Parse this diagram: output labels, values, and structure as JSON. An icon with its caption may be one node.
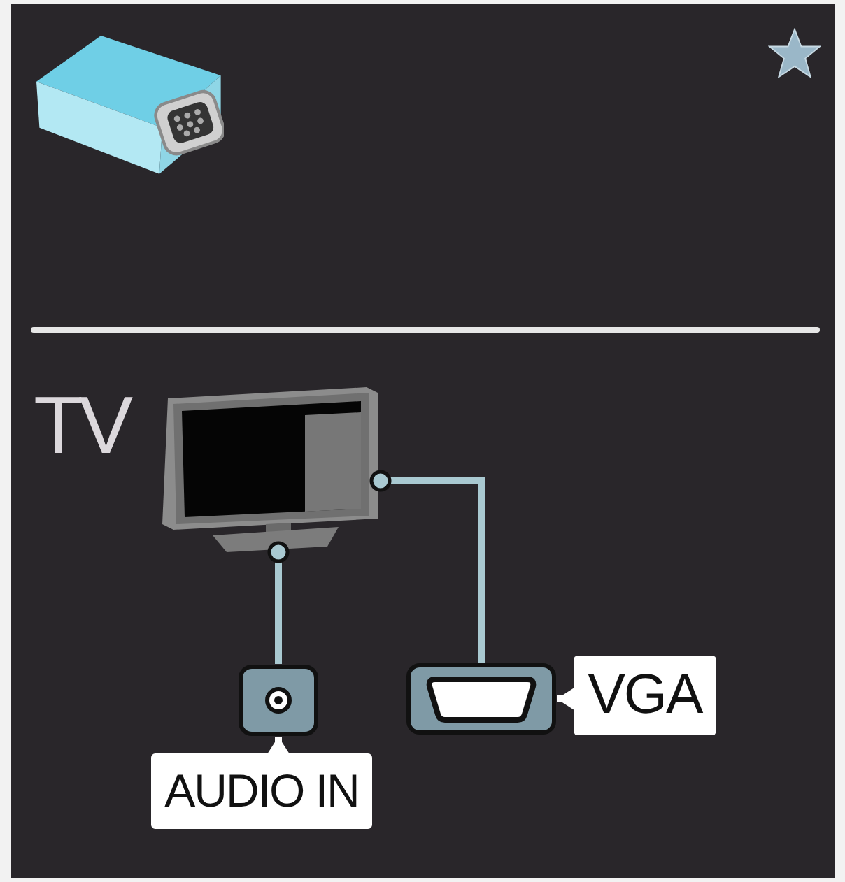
{
  "diagram": {
    "nodes": [
      {
        "text": [],
        "shape": "picture",
        "beside": [
          "TV"
        ]
      },
      {
        "text": [],
        "shape": "picture"
      },
      {
        "text": [],
        "shape": "picture"
      },
      {
        "text": [
          "VGA"
        ]
      },
      {
        "text": [
          "AUDIO IN"
        ]
      }
    ],
    "edges": [
      {
        "from": 0,
        "to": 1,
        "arrow": "other"
      },
      {
        "from": 0,
        "to": 2,
        "arrow": "other"
      },
      {
        "from": 3,
        "to": 2,
        "arrow": "to",
        "color": "#ffffff"
      },
      {
        "from": 4,
        "to": 1,
        "arrow": "to",
        "color": "#ffffff"
      }
    ]
  }
}
